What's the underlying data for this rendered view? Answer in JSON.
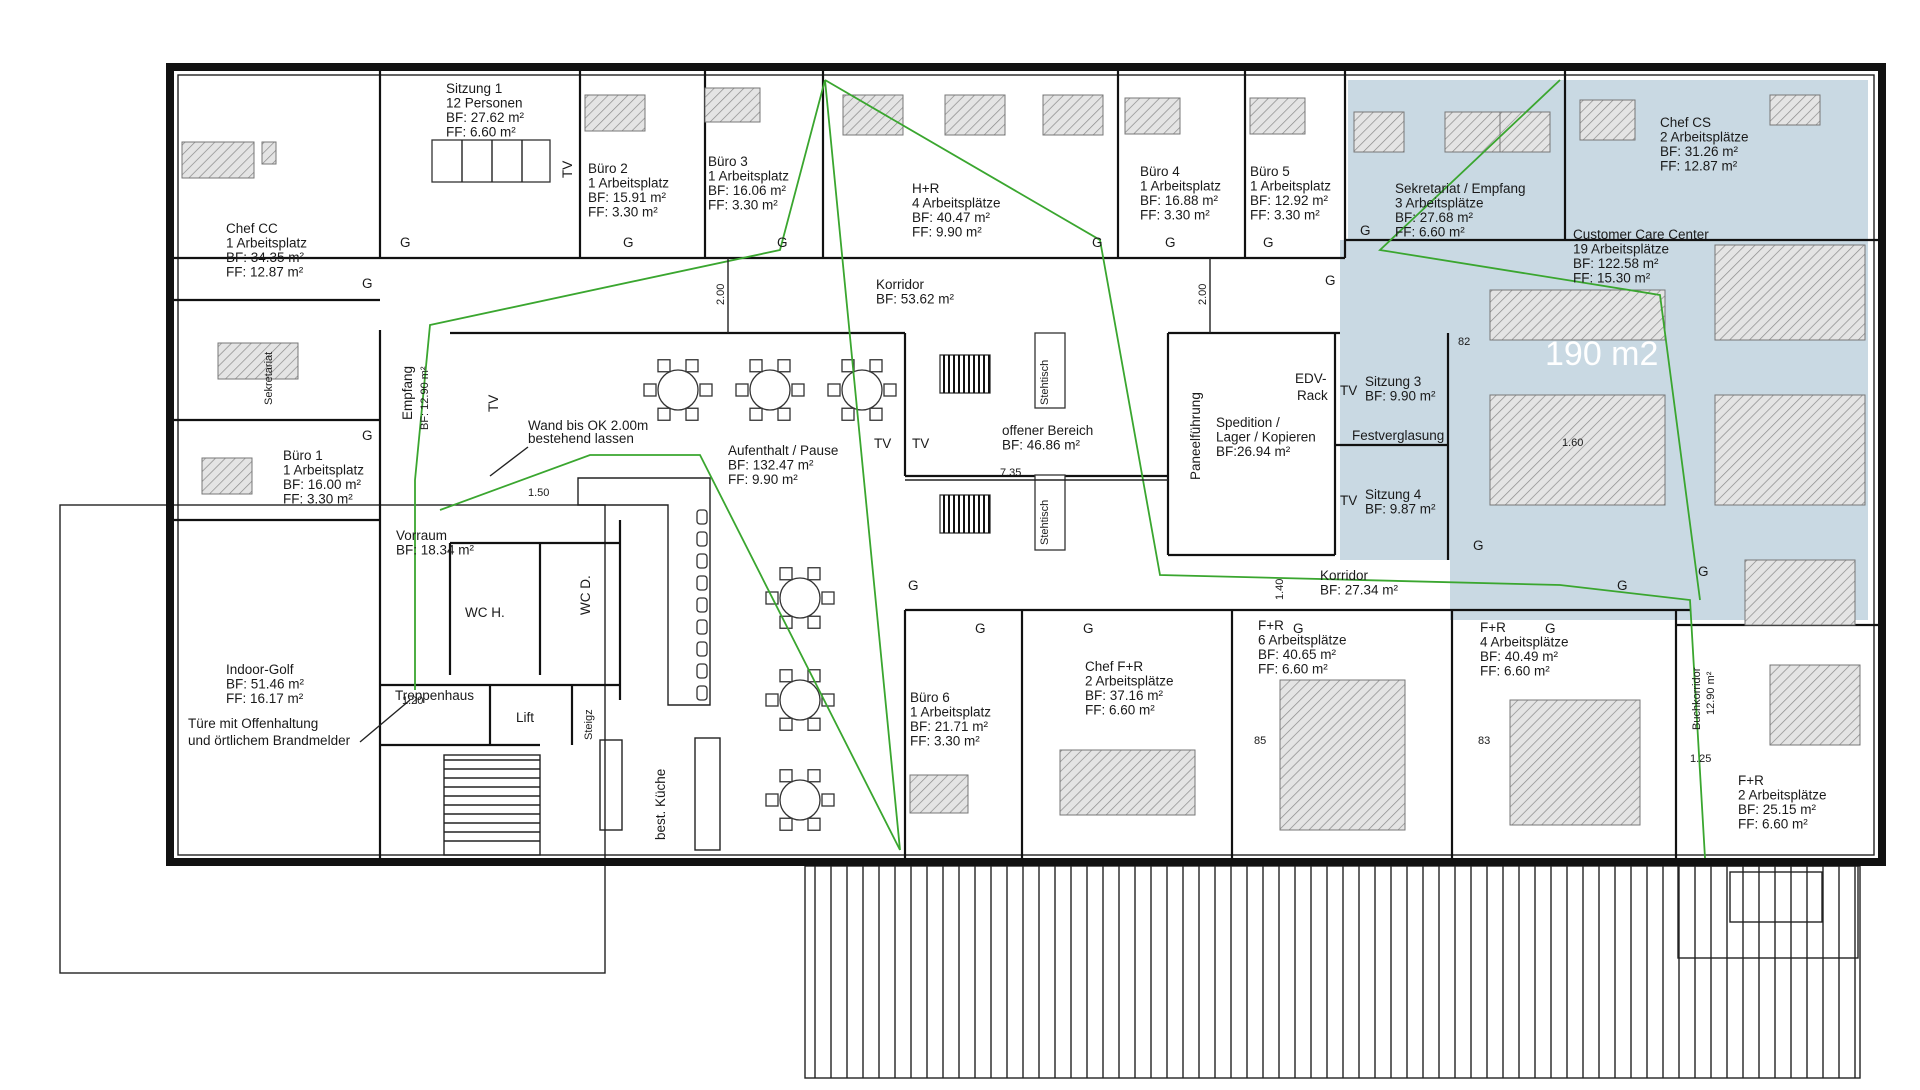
{
  "floorplan": {
    "area_highlight": "190 m2",
    "colors": {
      "highlight": "#b7ccd9",
      "route": "#3aa62f",
      "wall": "#111111"
    },
    "rooms": [
      {
        "id": "chef-cc",
        "lines": [
          "Chef CC",
          "1 Arbeitsplatz",
          "BF: 34.35 m²",
          "FF: 12.87 m²"
        ]
      },
      {
        "id": "sitzung-1",
        "lines": [
          "Sitzung 1",
          "12 Personen",
          "BF: 27.62 m²",
          "FF: 6.60 m²"
        ]
      },
      {
        "id": "buero-2",
        "lines": [
          "Büro 2",
          "1 Arbeitsplatz",
          "BF: 15.91 m²",
          "FF: 3.30 m²"
        ]
      },
      {
        "id": "buero-3",
        "lines": [
          "Büro 3",
          "1 Arbeitsplatz",
          "BF: 16.06 m²",
          "FF: 3.30 m²"
        ]
      },
      {
        "id": "h-r",
        "lines": [
          "H+R",
          "4 Arbeitsplätze",
          "BF: 40.47 m²",
          "FF: 9.90 m²"
        ]
      },
      {
        "id": "buero-4",
        "lines": [
          "Büro 4",
          "1 Arbeitsplatz",
          "BF: 16.88 m²",
          "FF: 3.30 m²"
        ]
      },
      {
        "id": "buero-5",
        "lines": [
          "Büro 5",
          "1 Arbeitsplatz",
          "BF: 12.92 m²",
          "FF: 3.30 m²"
        ]
      },
      {
        "id": "sekretariat",
        "lines": [
          "Sekretariat / Empfang",
          "3 Arbeitsplätze",
          "BF: 27.68 m²",
          "FF: 6.60 m²"
        ]
      },
      {
        "id": "chef-cs",
        "lines": [
          "Chef CS",
          "2 Arbeitsplätze",
          "BF: 31.26 m²",
          "FF: 12.87 m²"
        ]
      },
      {
        "id": "customer-care",
        "lines": [
          "Customer Care Center",
          "19 Arbeitsplätze",
          "BF: 122.58 m²",
          "FF: 15.30 m²"
        ]
      },
      {
        "id": "korridor-1",
        "lines": [
          "Korridor",
          "BF: 53.62 m²"
        ]
      },
      {
        "id": "aufenthalt",
        "lines": [
          "Aufenthalt / Pause",
          "BF: 132.47 m²",
          "FF: 9.90 m²"
        ]
      },
      {
        "id": "offener-bereich",
        "lines": [
          "offener Bereich",
          "BF: 46.86 m²"
        ]
      },
      {
        "id": "spedition",
        "lines": [
          "Spedition /",
          "Lager / Kopieren",
          "BF:26.94 m²"
        ]
      },
      {
        "id": "sitzung-3",
        "lines": [
          "Sitzung 3",
          "BF: 9.90 m²"
        ]
      },
      {
        "id": "sitzung-4",
        "lines": [
          "Sitzung 4",
          "BF: 9.87 m²"
        ]
      },
      {
        "id": "buero-1",
        "lines": [
          "Büro 1",
          "1 Arbeitsplatz",
          "BF: 16.00 m²",
          "FF: 3.30 m²"
        ]
      },
      {
        "id": "vorraum",
        "lines": [
          "Vorraum",
          "BF: 18.34 m²"
        ]
      },
      {
        "id": "indoor-golf",
        "lines": [
          "Indoor-Golf",
          "BF: 51.46 m²",
          "FF: 16.17 m²"
        ]
      },
      {
        "id": "korridor-2",
        "lines": [
          "Korridor",
          "BF: 27.34 m²"
        ]
      },
      {
        "id": "buero-6",
        "lines": [
          "Büro 6",
          "1 Arbeitsplatz",
          "BF: 21.71 m²",
          "FF: 3.30 m²"
        ]
      },
      {
        "id": "chef-fr",
        "lines": [
          "Chef F+R",
          "2 Arbeitsplätze",
          "BF: 37.16 m²",
          "FF: 6.60 m²"
        ]
      },
      {
        "id": "fr-6",
        "lines": [
          "F+R",
          "6 Arbeitsplätze",
          "BF: 40.65 m²",
          "FF: 6.60 m²"
        ]
      },
      {
        "id": "fr-4",
        "lines": [
          "F+R",
          "4 Arbeitsplätze",
          "BF: 40.49 m²",
          "FF: 6.60 m²"
        ]
      },
      {
        "id": "fr-2",
        "lines": [
          "F+R",
          "2 Arbeitsplätze",
          "BF: 25.15 m²",
          "FF: 6.60 m²"
        ]
      }
    ],
    "annotations": {
      "wand_note": [
        "Wand bis OK 2.00m",
        "bestehend lassen"
      ],
      "tuere_note": [
        "Türe mit Offenhaltung",
        "und örtlichem Brandmelder"
      ],
      "empfang": "Empfang",
      "empfang_bf": "BF: 12.90 m²",
      "sekretariat_left": "Sekretariat",
      "edv_rack": [
        "EDV-",
        "Rack"
      ],
      "festverglasung": "Festverglasung",
      "paneelfuehrung": "Paneelführung",
      "stehtisch_1": "Stehtisch",
      "stehtisch_2": "Stehtisch",
      "wc_h": "WC H.",
      "wc_d": "WC D.",
      "lift": "Lift",
      "steigz": "Steigz",
      "treppenhaus": "Treppenhaus",
      "kueche": "best. Küche",
      "buchkorridor": "Buchkorridor",
      "buchkorridor_bf": "12.90 m²",
      "tv": "TV",
      "g": "G",
      "dim_200_a": "2.00",
      "dim_200_b": "2.00",
      "dim_735": "7.35",
      "dim_150": "1.50",
      "dim_120": "1.20",
      "dim_140": "1.40",
      "dim_160": "1.60",
      "dim_82": "82",
      "dim_85": "85",
      "dim_83": "83",
      "dim_125": "1.25"
    }
  }
}
